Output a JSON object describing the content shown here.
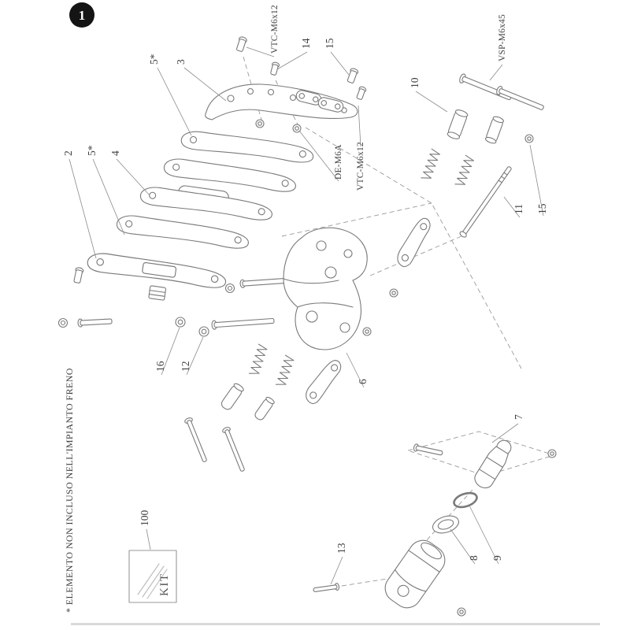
{
  "colors": {
    "badge_bg": "#141414",
    "line": "#7a7a7a",
    "text": "#3f3f3f"
  },
  "page": {
    "figure_number": "1",
    "side_note": "* ELEMENTO NON INCLUSO NELL'IMPIANTO FRENO",
    "kit_label": "KIT"
  },
  "callouts": {
    "c2": "2",
    "c3": "3",
    "c4": "4",
    "c5a": "5*",
    "c5b": "5*",
    "c6": "6",
    "c7": "7",
    "c8": "8",
    "c9": "9",
    "c10": "10",
    "c11": "11",
    "c12": "12",
    "c13": "13",
    "c14": "14",
    "c15a": "15",
    "c15b": "15",
    "c16": "16",
    "c100": "100",
    "vtc1": "VTC-M6x12",
    "vtc2": "VTC-M6x12",
    "vsp": "VSP-M6x45",
    "de": "DE-M6A"
  }
}
